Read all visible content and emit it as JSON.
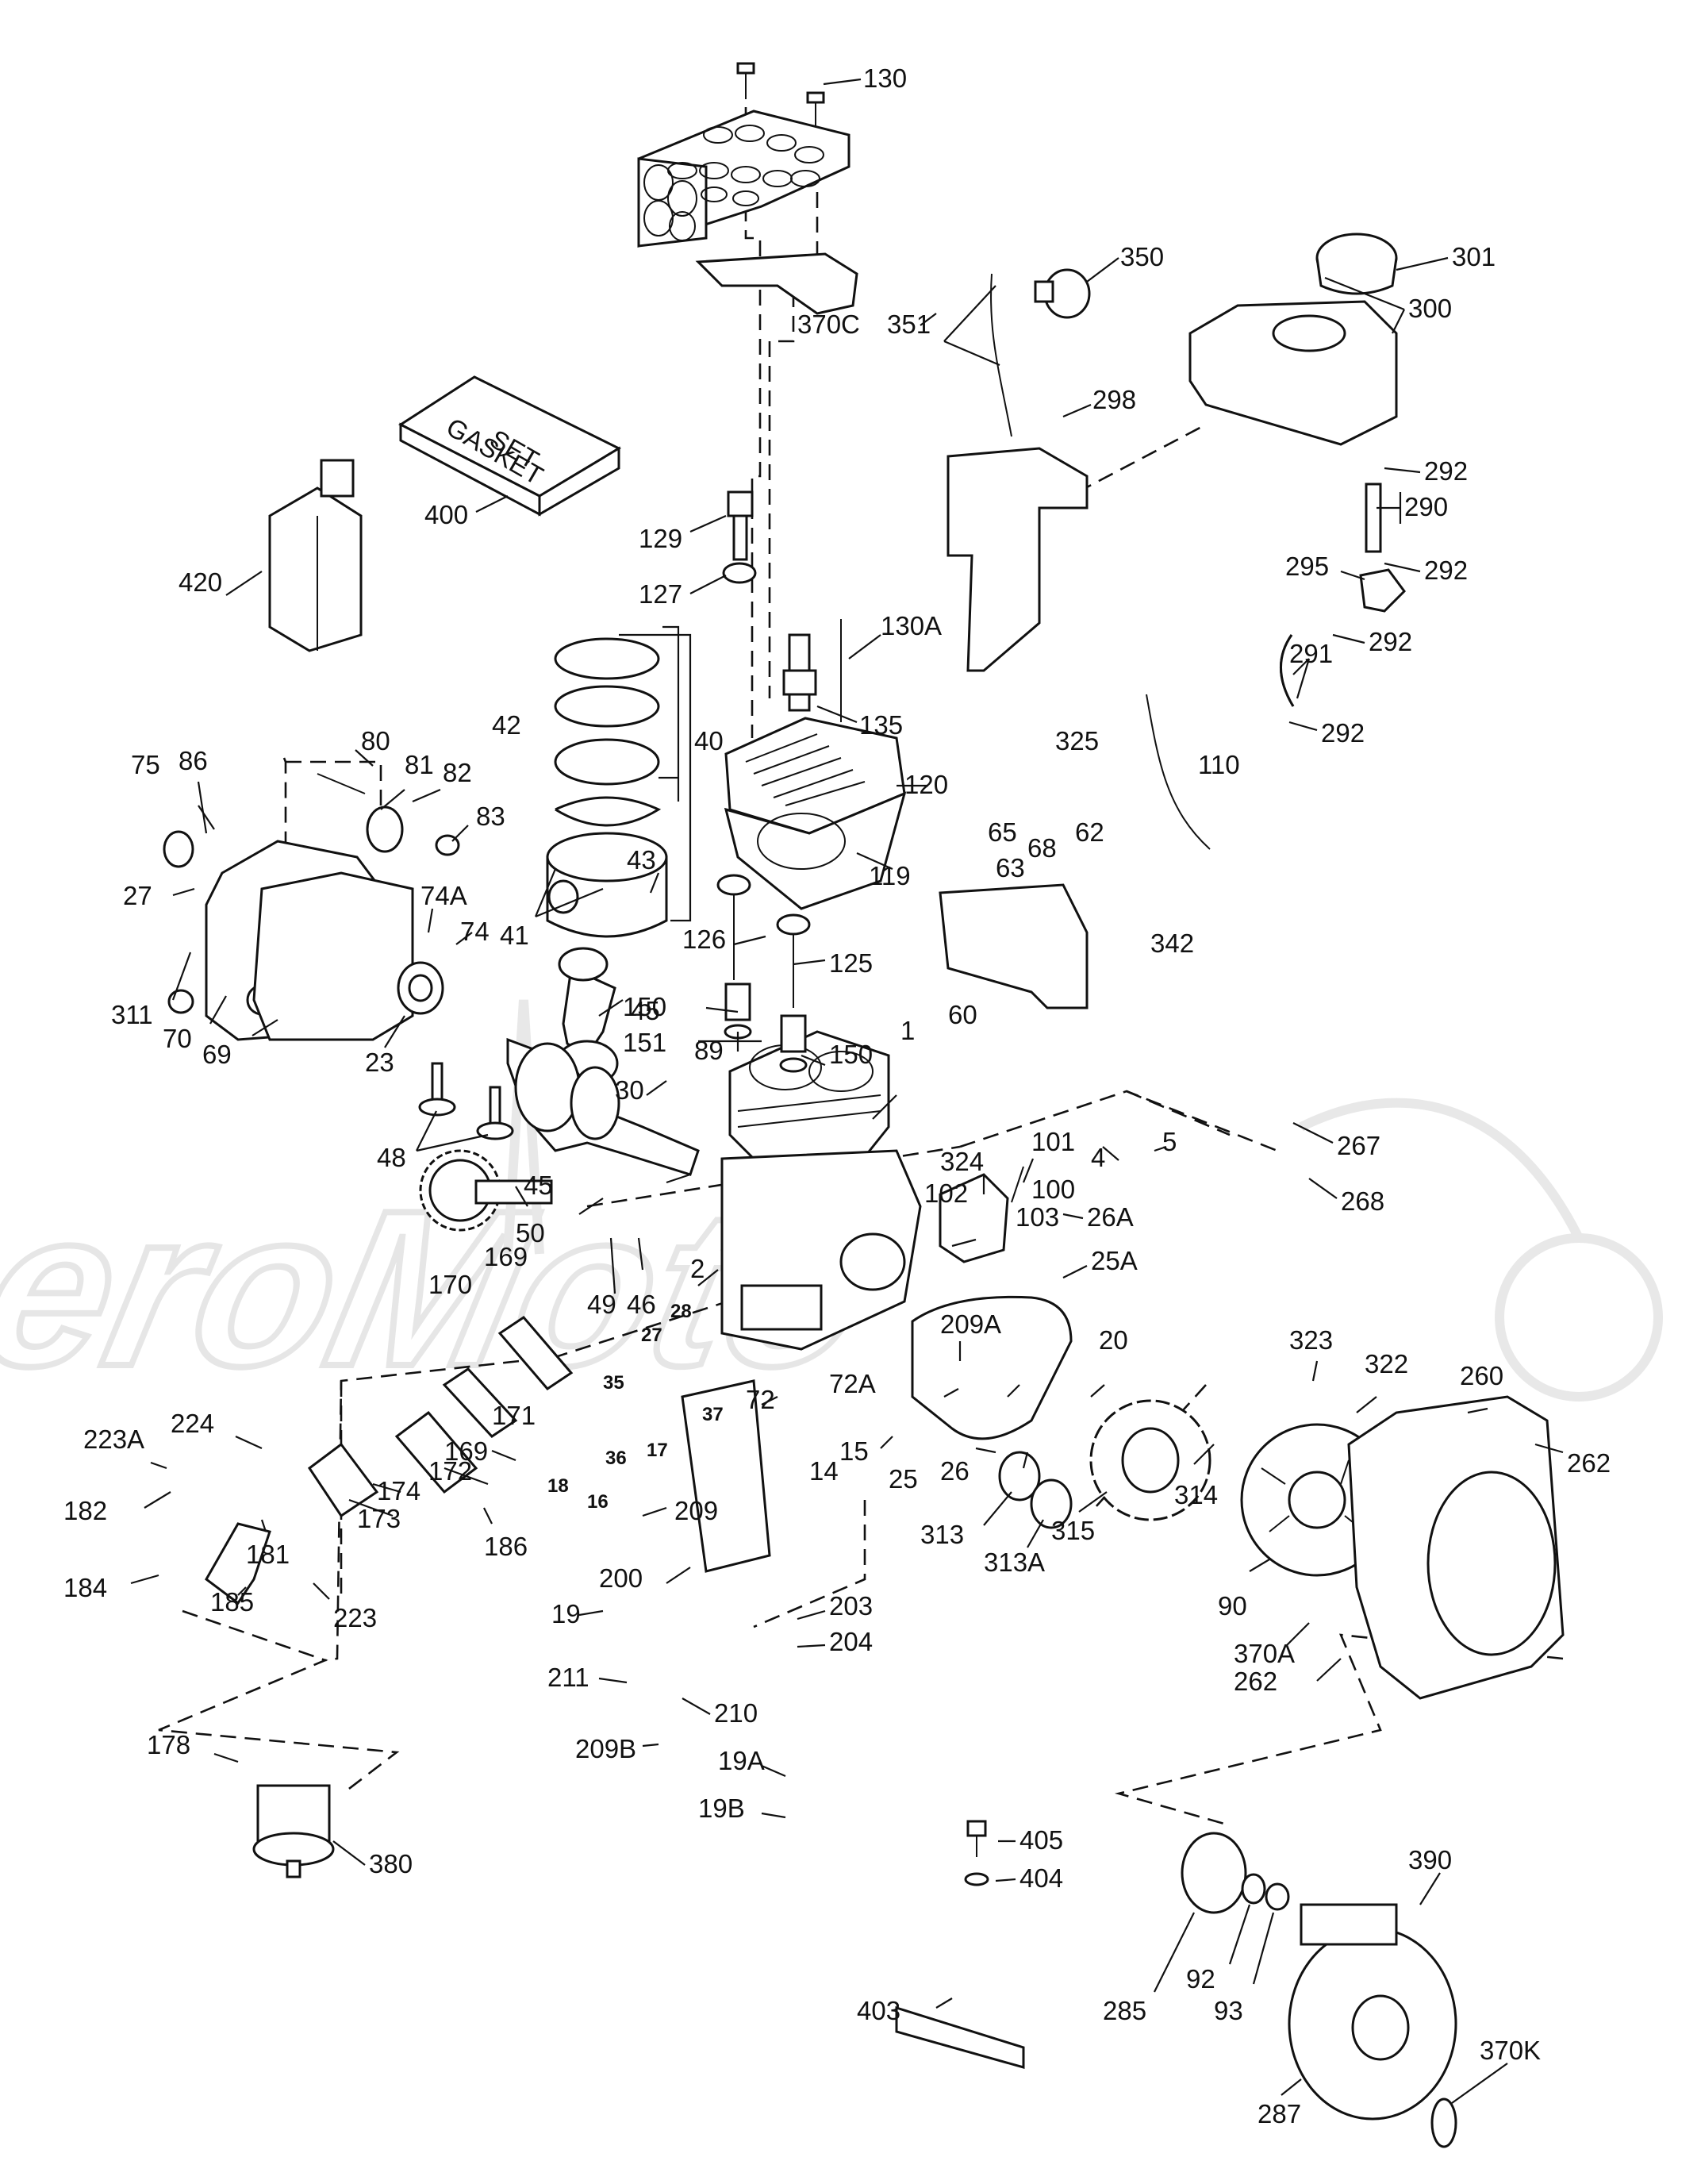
{
  "watermark": "AeroMoto",
  "gasket_box_text": [
    "GASKET",
    "SET"
  ],
  "callouts": {
    "c130": "130",
    "c350": "350",
    "c301": "301",
    "c300": "300",
    "c370C": "370C",
    "c351": "351",
    "c298": "298",
    "c292a": "292",
    "c290": "290",
    "c292b": "292",
    "c295": "295",
    "c292c": "292",
    "c291": "291",
    "c292d": "292",
    "c400": "400",
    "c420": "420",
    "c129": "129",
    "c127": "127",
    "c130A": "130A",
    "c135": "135",
    "c120": "120",
    "c119": "119",
    "c42": "42",
    "c40": "40",
    "c43": "43",
    "c41": "41",
    "c75": "75",
    "c86": "86",
    "c80": "80",
    "c81": "81",
    "c82": "82",
    "c83": "83",
    "c27a": "27",
    "c74A": "74A",
    "c74": "74",
    "c311": "311",
    "c70": "70",
    "c69": "69",
    "c23": "23",
    "c45a": "45",
    "c30": "30",
    "c150a": "150",
    "c151": "151",
    "c150b": "150",
    "c126": "126",
    "c125": "125",
    "c325": "325",
    "c110": "110",
    "c65": "65",
    "c68": "68",
    "c62": "62",
    "c63": "63",
    "c342": "342",
    "c60": "60",
    "c1": "1",
    "c89": "89",
    "c48": "48",
    "c324": "324",
    "c101": "101",
    "c4": "4",
    "c5": "5",
    "c267": "267",
    "c268": "268",
    "c45b": "45",
    "c50": "50",
    "c102": "102",
    "c100": "100",
    "c103": "103",
    "c26A": "26A",
    "c25A": "25A",
    "c49": "49",
    "c46": "46",
    "c2": "2",
    "c169a": "169",
    "c170": "170",
    "c28": "28",
    "c27b": "27",
    "c35": "35",
    "c209A": "209A",
    "c20": "20",
    "c323": "323",
    "c322": "322",
    "c260": "260",
    "c72A": "72A",
    "c72": "72",
    "c37": "37",
    "c36": "36",
    "c17": "17",
    "c171": "171",
    "c18": "18",
    "c16": "16",
    "c14": "14",
    "c15": "15",
    "c25": "25",
    "c26": "26",
    "c314": "314",
    "c262a": "262",
    "c223A": "223A",
    "c224": "224",
    "c172": "172",
    "c169b": "169",
    "c174": "174",
    "c182": "182",
    "c173": "173",
    "c186": "186",
    "c209": "209",
    "c313": "313",
    "c313A": "313A",
    "c315": "315",
    "c181": "181",
    "c184": "184",
    "c185": "185",
    "c223": "223",
    "c200": "200",
    "c90": "90",
    "c203": "203",
    "c19": "19",
    "c204": "204",
    "c370A": "370A",
    "c211": "211",
    "c210": "210",
    "c262b": "262",
    "c178": "178",
    "c209B": "209B",
    "c19A": "19A",
    "c19B": "19B",
    "c380": "380",
    "c405": "405",
    "c404": "404",
    "c390": "390",
    "c370K": "370K",
    "c403": "403",
    "c285": "285",
    "c92": "92",
    "c93": "93",
    "c287": "287"
  }
}
